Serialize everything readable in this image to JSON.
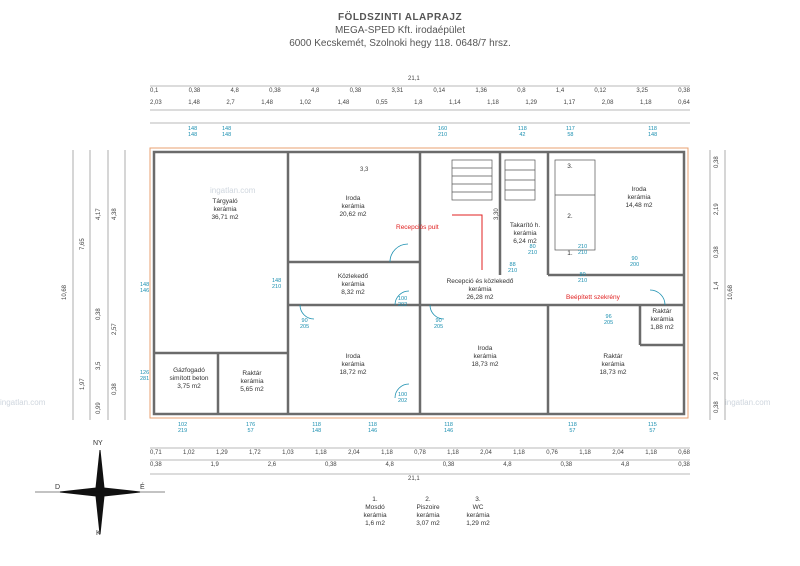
{
  "header": {
    "title": "FÖLDSZINTI ALAPRAJZ",
    "subtitle": "MEGA-SPED Kft. irodaépület",
    "address": "6000 Kecskemét, Szolnoki hegy 118. 0648/7 hrsz."
  },
  "rooms": [
    {
      "name": "Tárgyaló",
      "floor": "kerámia",
      "area": "36,71 m2"
    },
    {
      "name": "Iroda",
      "floor": "kerámia",
      "area": "20,62 m2"
    },
    {
      "name": "Közlekedő",
      "floor": "kerámia",
      "area": "8,32 m2"
    },
    {
      "name": "Iroda",
      "floor": "kerámia",
      "area": "18,72 m2"
    },
    {
      "name": "Gázfogadó",
      "floor": "simított beton",
      "area": "3,75 m2"
    },
    {
      "name": "Raktár",
      "floor": "kerámia",
      "area": "5,65 m2"
    },
    {
      "name": "Recepció és közlekedő",
      "floor": "kerámia",
      "area": "26,28 m2"
    },
    {
      "name": "Iroda",
      "floor": "kerámia",
      "area": "18,73 m2"
    },
    {
      "name": "Iroda",
      "floor": "kerámia",
      "area": "14,48 m2"
    },
    {
      "name": "Takarító h.",
      "floor": "kerámia",
      "area": "6,24 m2"
    },
    {
      "name": "Raktár",
      "floor": "kerámia",
      "area": "1,88 m2"
    },
    {
      "name": "Raktár",
      "floor": "kerámia",
      "area": "18,73 m2"
    }
  ],
  "annotations": {
    "reception_desk": "Recepciós pult",
    "built_in_closet": "Beépített szekrény",
    "stair_width": "3,3",
    "stair_height": "3,30"
  },
  "legend": [
    {
      "num": "1.",
      "name": "Mosdó",
      "floor": "kerámia",
      "area": "1,6 m2"
    },
    {
      "num": "2.",
      "name": "Piszoire",
      "floor": "kerámia",
      "area": "3,07 m2"
    },
    {
      "num": "3.",
      "name": "WC",
      "floor": "kerámia",
      "area": "1,29 m2"
    }
  ],
  "room_marks": [
    "1.",
    "2.",
    "3."
  ],
  "top_dims_row1": [
    "0,1",
    "0,38",
    "4,8",
    "0,38",
    "4,8",
    "0,38",
    "3,31",
    "0,14",
    "1,36",
    "0,8",
    "1,4",
    "0,12",
    "3,25",
    "0,38"
  ],
  "top_total": "21,1",
  "top_dims_row2": [
    "2,03",
    "1,48",
    "2,7",
    "1,48",
    "1,02",
    "1,48",
    "0,55",
    "1,8",
    "1,14",
    "1,18",
    "1,29",
    "1,17",
    "2,08",
    "1,18",
    "0,64"
  ],
  "bottom_dims_row1": [
    "0,71",
    "1,02",
    "1,29",
    "1,72",
    "1,03",
    "1,18",
    "2,04",
    "1,18",
    "0,78",
    "1,18",
    "2,04",
    "1,18",
    "0,76",
    "1,18",
    "2,04",
    "1,18",
    "0,68"
  ],
  "bottom_dims_row2": [
    "0,38",
    "1,9",
    "2,6",
    "0,38",
    "4,8",
    "0,38",
    "4,8",
    "0,38",
    "4,8",
    "0,38"
  ],
  "bottom_total": "21,1",
  "left_total": "10,68",
  "right_total": "10,68",
  "left_dims": [
    "7,65",
    "4,17",
    "4,38",
    "0,38",
    "1,97",
    "2,57",
    "3,5",
    "0,38",
    "0,99"
  ],
  "right_dims": [
    "0,38",
    "2,19",
    "0,38",
    "1,4",
    "2,9",
    "0,38"
  ],
  "windows": [
    {
      "w": "148",
      "h": "148"
    },
    {
      "w": "148",
      "h": "148"
    },
    {
      "w": "160",
      "h": "210"
    },
    {
      "w": "118",
      "h": "42"
    },
    {
      "w": "117",
      "h": "58"
    },
    {
      "w": "118",
      "h": "148"
    },
    {
      "w": "148",
      "h": "146"
    },
    {
      "w": "148",
      "h": "210"
    },
    {
      "w": "90",
      "h": "205"
    },
    {
      "w": "100",
      "h": "202"
    },
    {
      "w": "88",
      "h": "210"
    },
    {
      "w": "90",
      "h": "205"
    },
    {
      "w": "96",
      "h": "205"
    },
    {
      "w": "90",
      "h": "200"
    },
    {
      "w": "100",
      "h": "202"
    },
    {
      "w": "126",
      "h": "281"
    },
    {
      "w": "102",
      "h": "219"
    },
    {
      "w": "176",
      "h": "57"
    },
    {
      "w": "118",
      "h": "148"
    },
    {
      "w": "118",
      "h": "146"
    },
    {
      "w": "118",
      "h": "146"
    },
    {
      "w": "118",
      "h": "57"
    },
    {
      "w": "115",
      "h": "57"
    },
    {
      "w": "80",
      "h": "210"
    },
    {
      "w": "210",
      "h": "210"
    },
    {
      "w": "80",
      "h": "210"
    }
  ],
  "watermark": "ingatlan.com",
  "compass": {
    "n": "NY",
    "e": "É",
    "s": "K",
    "w": "D"
  },
  "colors": {
    "wall": "#6b6b6b",
    "window": "#1a8fb0",
    "accent": "#e02020",
    "outline": "#e8a070"
  }
}
